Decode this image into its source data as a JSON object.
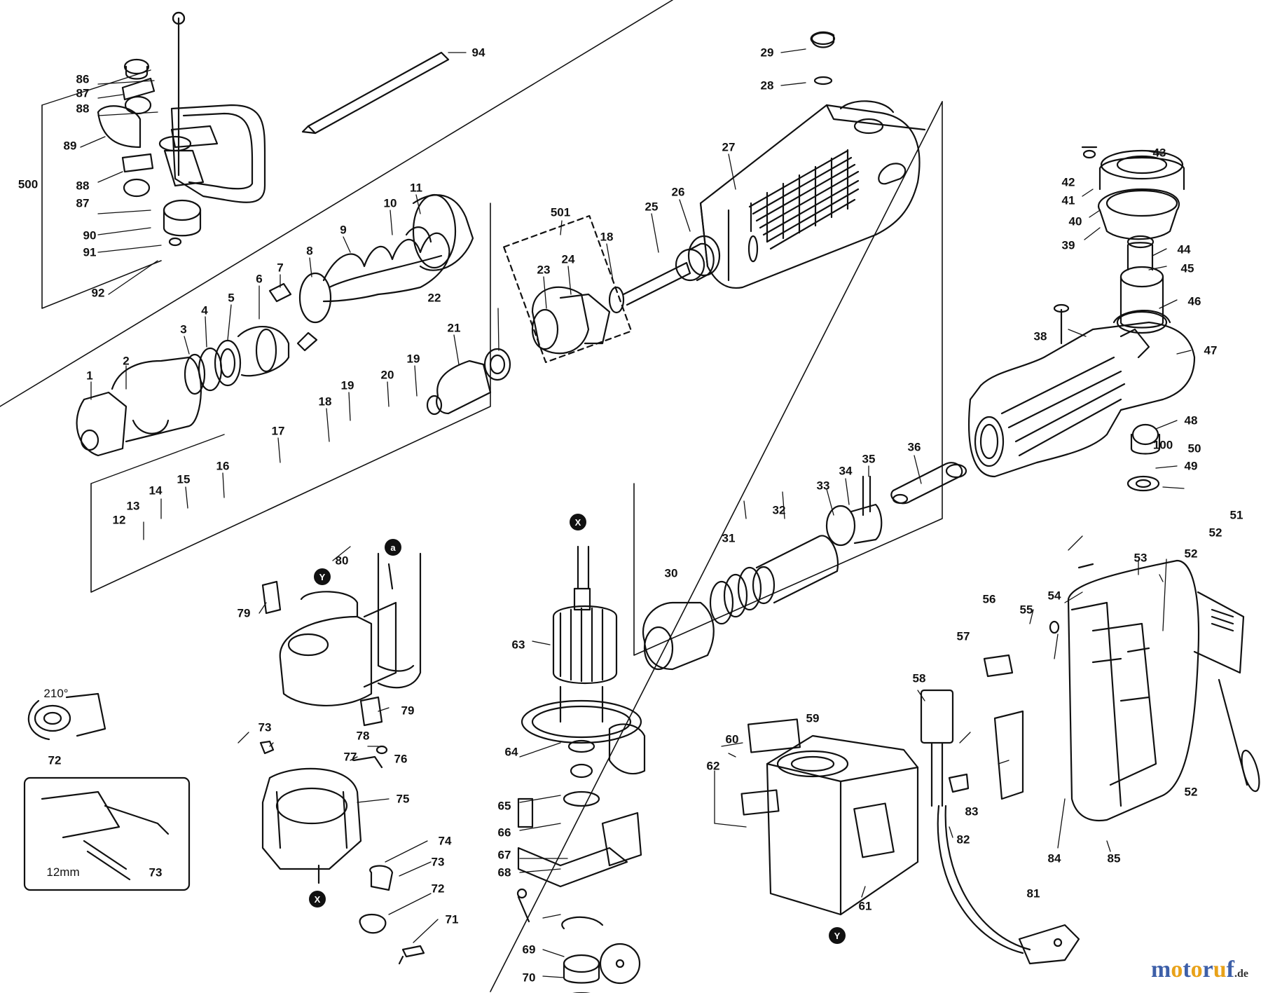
{
  "part_labels": [
    "1",
    "2",
    "3",
    "4",
    "5",
    "6",
    "7",
    "8",
    "9",
    "10",
    "11",
    "12",
    "13",
    "14",
    "15",
    "16",
    "17",
    "18",
    "18",
    "19",
    "19",
    "20",
    "21",
    "22",
    "23",
    "24",
    "25",
    "26",
    "27",
    "28",
    "29",
    "30",
    "31",
    "32",
    "33",
    "34",
    "35",
    "36",
    "38",
    "39",
    "40",
    "41",
    "42",
    "43",
    "44",
    "45",
    "46",
    "47",
    "48",
    "49",
    "50",
    "51",
    "52",
    "52",
    "52",
    "53",
    "54",
    "55",
    "56",
    "57",
    "58",
    "59",
    "60",
    "61",
    "62",
    "63",
    "64",
    "65",
    "66",
    "67",
    "68",
    "69",
    "70",
    "71",
    "72",
    "72",
    "73",
    "73",
    "73",
    "74",
    "75",
    "76",
    "77",
    "78",
    "79",
    "79",
    "80",
    "81",
    "82",
    "83",
    "84",
    "85",
    "86",
    "87",
    "87",
    "88",
    "88",
    "89",
    "90",
    "91",
    "92",
    "94",
    "100",
    "500",
    "501"
  ],
  "connector_markers": [
    "X",
    "X",
    "Y",
    "Y",
    "a"
  ],
  "annotations": {
    "rotation": "210°",
    "length": "12mm"
  },
  "watermark": {
    "text": "motoruf",
    "suffix": ".de",
    "color_a": "#3d5fa8",
    "color_b": "#e8a21a"
  },
  "colors": {
    "ink": "#111111",
    "background": "#ffffff"
  }
}
